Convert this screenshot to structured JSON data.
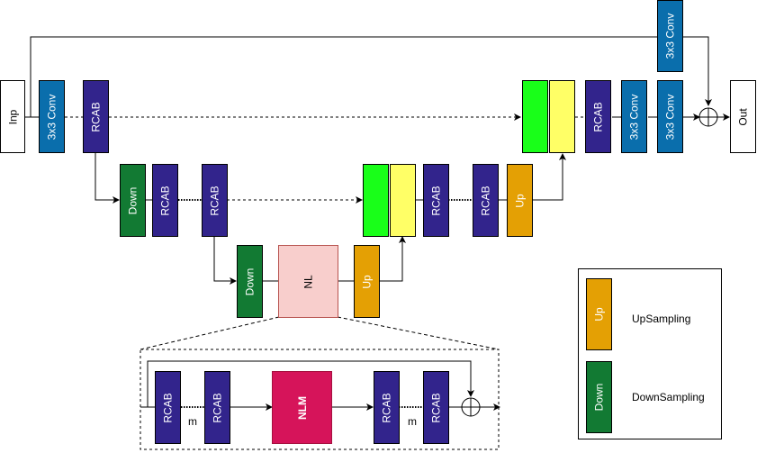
{
  "diagram": {
    "title": "Network architecture",
    "input_label": "Inp",
    "output_label": "Out",
    "level1": {
      "head_conv": "3x3 Conv",
      "rcab": "RCAB",
      "skip_conv": "3x3 Conv",
      "tail_rcab": "RCAB",
      "tail_conv1": "3x3 Conv",
      "tail_conv2": "3x3 Conv"
    },
    "level2": {
      "down": "Down",
      "rcab_a": "RCAB",
      "rcab_b": "RCAB",
      "rcab_c": "RCAB",
      "rcab_d": "RCAB",
      "up": "Up"
    },
    "level3": {
      "down": "Down",
      "nl": "NL",
      "up": "Up"
    },
    "nl_detail": {
      "rcab_1": "RCAB",
      "rcab_2": "RCAB",
      "nlm": "NLM",
      "rcab_3": "RCAB",
      "rcab_4": "RCAB",
      "repeat_label_left": "m",
      "repeat_label_right": "m"
    },
    "colors": {
      "rcab": "#32248c",
      "conv": "#0a6eac",
      "down": "#127a33",
      "up": "#e4a004",
      "concat_a": "#19ff19",
      "concat_b": "#ffff66",
      "nl": "#f8cecc",
      "nlm": "#d6145a"
    }
  },
  "legend": {
    "items": [
      {
        "block_label": "Up",
        "text": "UpSampling"
      },
      {
        "block_label": "Down",
        "text": "DownSampling"
      }
    ]
  }
}
